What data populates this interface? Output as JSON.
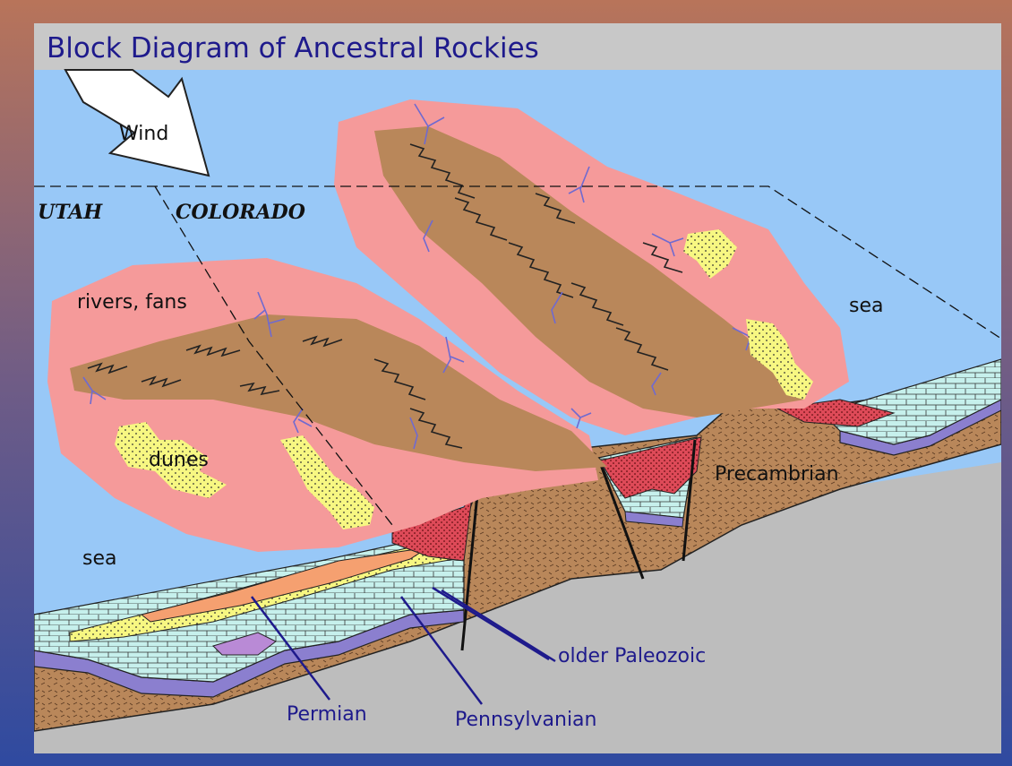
{
  "title": "Block Diagram of Ancestral Rockies",
  "labels": {
    "wind": "Wind",
    "utah": "UTAH",
    "colorado": "COLORADO",
    "rivers_fans": "rivers, fans",
    "dunes": "dunes",
    "sea_left": "sea",
    "sea_right": "sea",
    "precambrian": "Precambrian",
    "older_paleozoic": "older Paleozoic",
    "permian": "Permian",
    "pennsylvanian": "Pennsylvanian"
  },
  "colors": {
    "sky_sea": "#98c8f7",
    "title_band": "#c8c8c8",
    "rivers_fans": "#f59a9a",
    "uplift": "#b9875a",
    "dunes": "#f7f782",
    "bedrock": "#b9875a",
    "limestone": "#c6f0ec",
    "shale": "#8b7fcf",
    "conglomerate": "#de4a58",
    "ground_base": "#bdbdbd",
    "leader_lines": "#1e1a8c"
  }
}
